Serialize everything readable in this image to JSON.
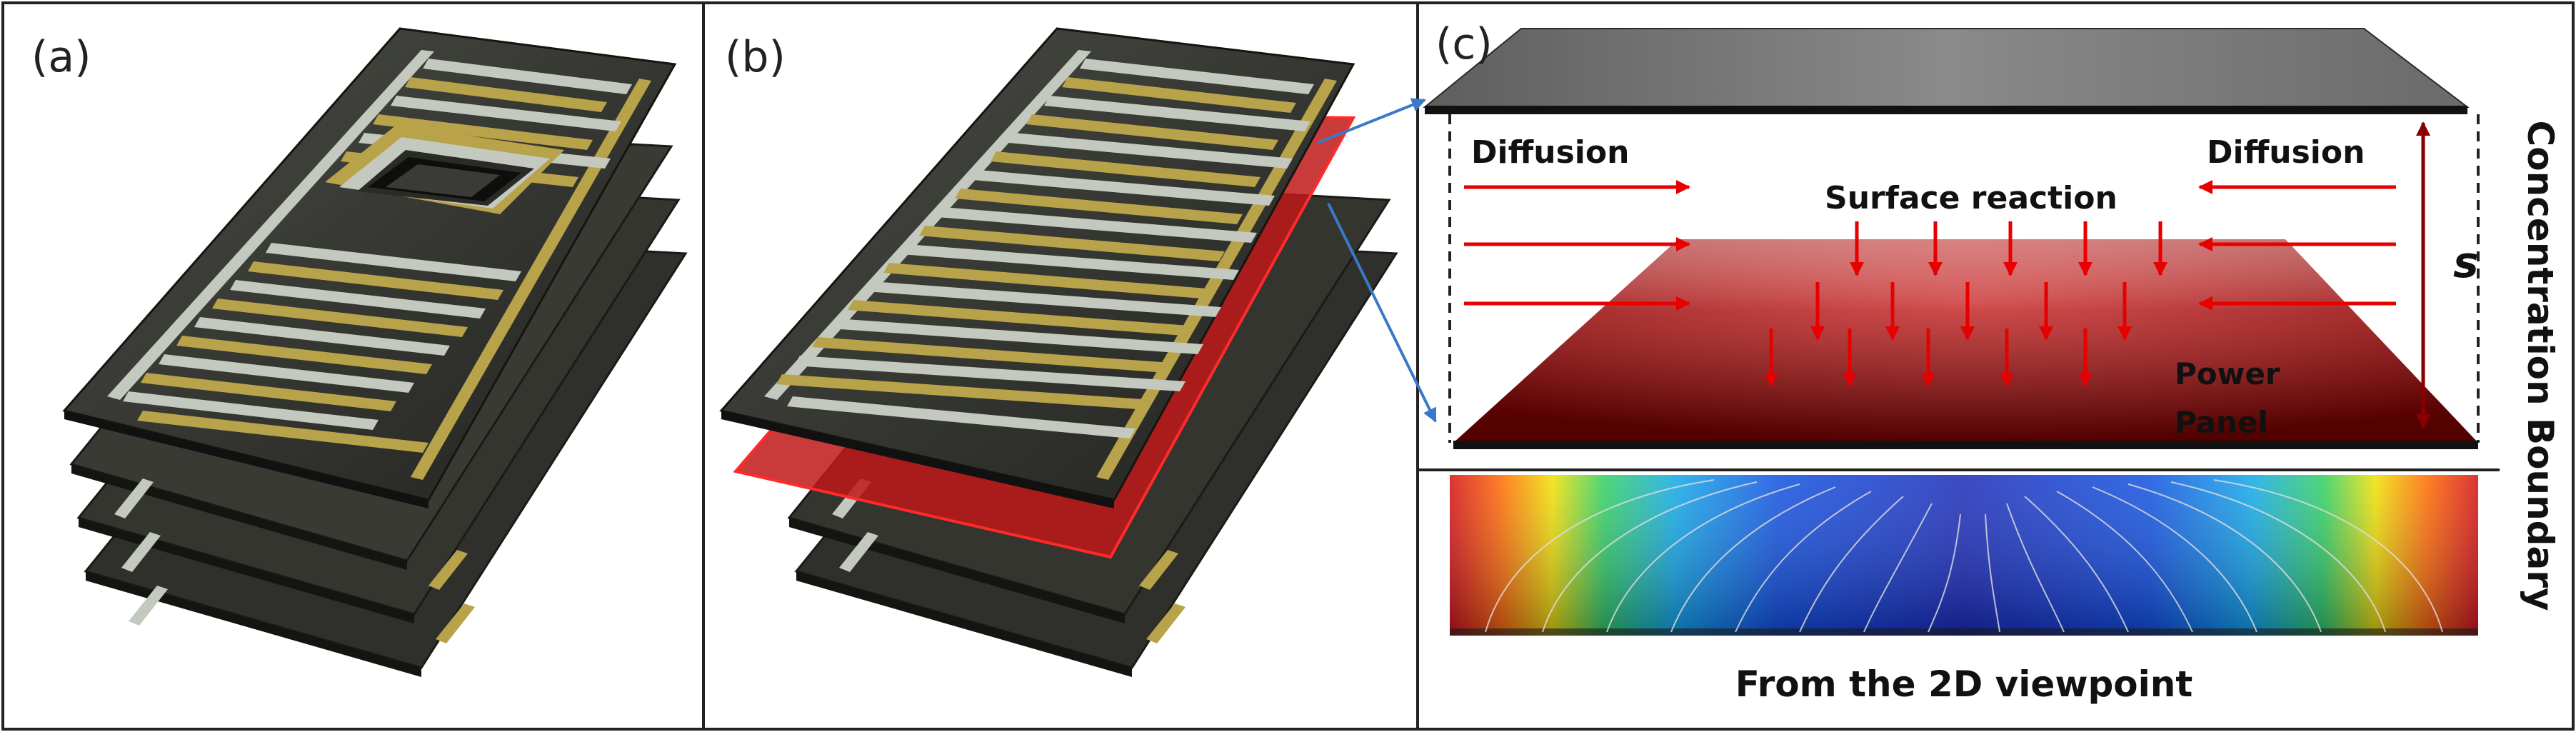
{
  "panels": {
    "a": {
      "label": "(a)"
    },
    "b": {
      "label": "(b)"
    },
    "c": {
      "label": "(c)"
    }
  },
  "annotations": {
    "diffusion_left": "Diffusion",
    "diffusion_right": "Diffusion",
    "surface_reaction": "Surface reaction",
    "power_line1": "Power",
    "power_line2": "Panel",
    "spacing": "s",
    "boundary": "Concentration Boundary",
    "viewpoint": "From the 2D viewpoint"
  },
  "colors": {
    "electrode_gold": "#b8a24a",
    "electrode_silver": "#c4c9bf",
    "board_dark": "#3c3e38",
    "reaction_red": "#e60000"
  }
}
